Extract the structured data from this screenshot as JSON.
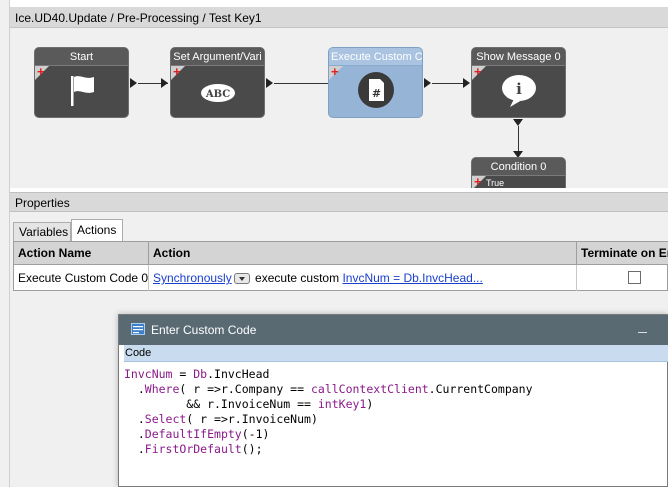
{
  "workflow": {
    "title": "Ice.UD40.Update / Pre-Processing / Test Key1",
    "nodes": [
      {
        "title": "Start",
        "icon": "flag-icon"
      },
      {
        "title": "Set Argument/Vari",
        "icon": "abc-icon",
        "icon_text": "ABC"
      },
      {
        "title": "Execute Custom Co",
        "icon": "code-file-icon",
        "icon_text": "#"
      },
      {
        "title": "Show Message 0",
        "icon": "info-bubble-icon",
        "icon_text": "i"
      },
      {
        "title": "Condition 0",
        "sub": "True"
      }
    ]
  },
  "properties": {
    "header": "Properties",
    "tabs": [
      {
        "label": "Variables",
        "selected": false
      },
      {
        "label": "Actions",
        "selected": true
      }
    ],
    "grid": {
      "columns": [
        "Action Name",
        "Action",
        "Terminate on Er"
      ],
      "rows": [
        {
          "action_name": "Execute Custom Code 0",
          "action_link1": "Synchronously",
          "action_text": " execute custom ",
          "action_link2": "InvcNum = Db.InvcHead...",
          "terminate": false
        }
      ]
    }
  },
  "dialog": {
    "title": "Enter Custom Code",
    "code_label": "Code",
    "code": {
      "l1a": "InvcNum",
      "l1b": " = ",
      "l1c": "Db",
      "l1d": ".InvcHead",
      "l2a": "  .",
      "l2b": "Where",
      "l2c": "( r =>r.Company == ",
      "l2d": "callContextClient",
      "l2e": ".CurrentCompany",
      "l3a": "         && r.InvoiceNum == ",
      "l3b": "intKey1",
      "l3c": ")",
      "l4a": "  .",
      "l4b": "Select",
      "l4c": "( r =>r.InvoiceNum)",
      "l5a": "  .",
      "l5b": "DefaultIfEmpty",
      "l5c": "(-1)",
      "l6a": "  .",
      "l6b": "FirstOrDefault",
      "l6c": "();"
    }
  },
  "colors": {
    "node_dark": "#4a4a4a",
    "node_active": "#95b4d6",
    "dialog_title": "#5a6a73",
    "code_keyword": "#8a1a8a",
    "link": "#1a3fcc"
  }
}
